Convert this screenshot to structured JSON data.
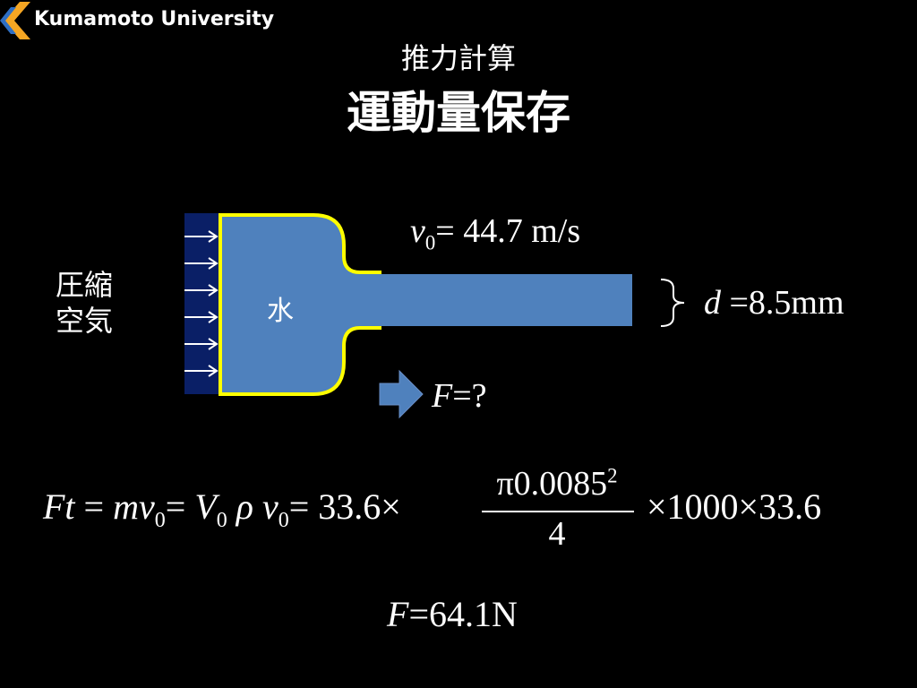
{
  "header": {
    "logo_text": "Kumamoto University",
    "brand_colors": {
      "orange": "#f5a623",
      "blue": "#2f6fc4"
    }
  },
  "title": {
    "sub": "推力計算",
    "main": "運動量保存"
  },
  "diagram": {
    "side_label_line1": "圧縮",
    "side_label_line2": "空気",
    "water_label": "水",
    "velocity": {
      "symbol": "v",
      "subscript": "0",
      "value_text": "= 44.7 m/s"
    },
    "diameter": {
      "symbol": "d",
      "value_text": " =8.5mm"
    },
    "force_question": {
      "symbol": "F",
      "value_text": "=?"
    },
    "colors": {
      "water": "#4f81bd",
      "outline": "#ffff00",
      "air": "#0a1f66",
      "arrow_fill": "#4f81bd"
    }
  },
  "equation": {
    "lhs1": "Ft",
    "eq1": " = ",
    "m": "m",
    "v": "v",
    "sub0": "0",
    "eq2": "= ",
    "V": "V",
    "rho": "ρ",
    "eq3": "= 33.6",
    "times1": "×",
    "frac_num": "π0.0085",
    "frac_sup": "2",
    "frac_den": "4",
    "right": "×1000×33.6"
  },
  "result": {
    "symbol": "F",
    "value_text": "=64.1N"
  }
}
